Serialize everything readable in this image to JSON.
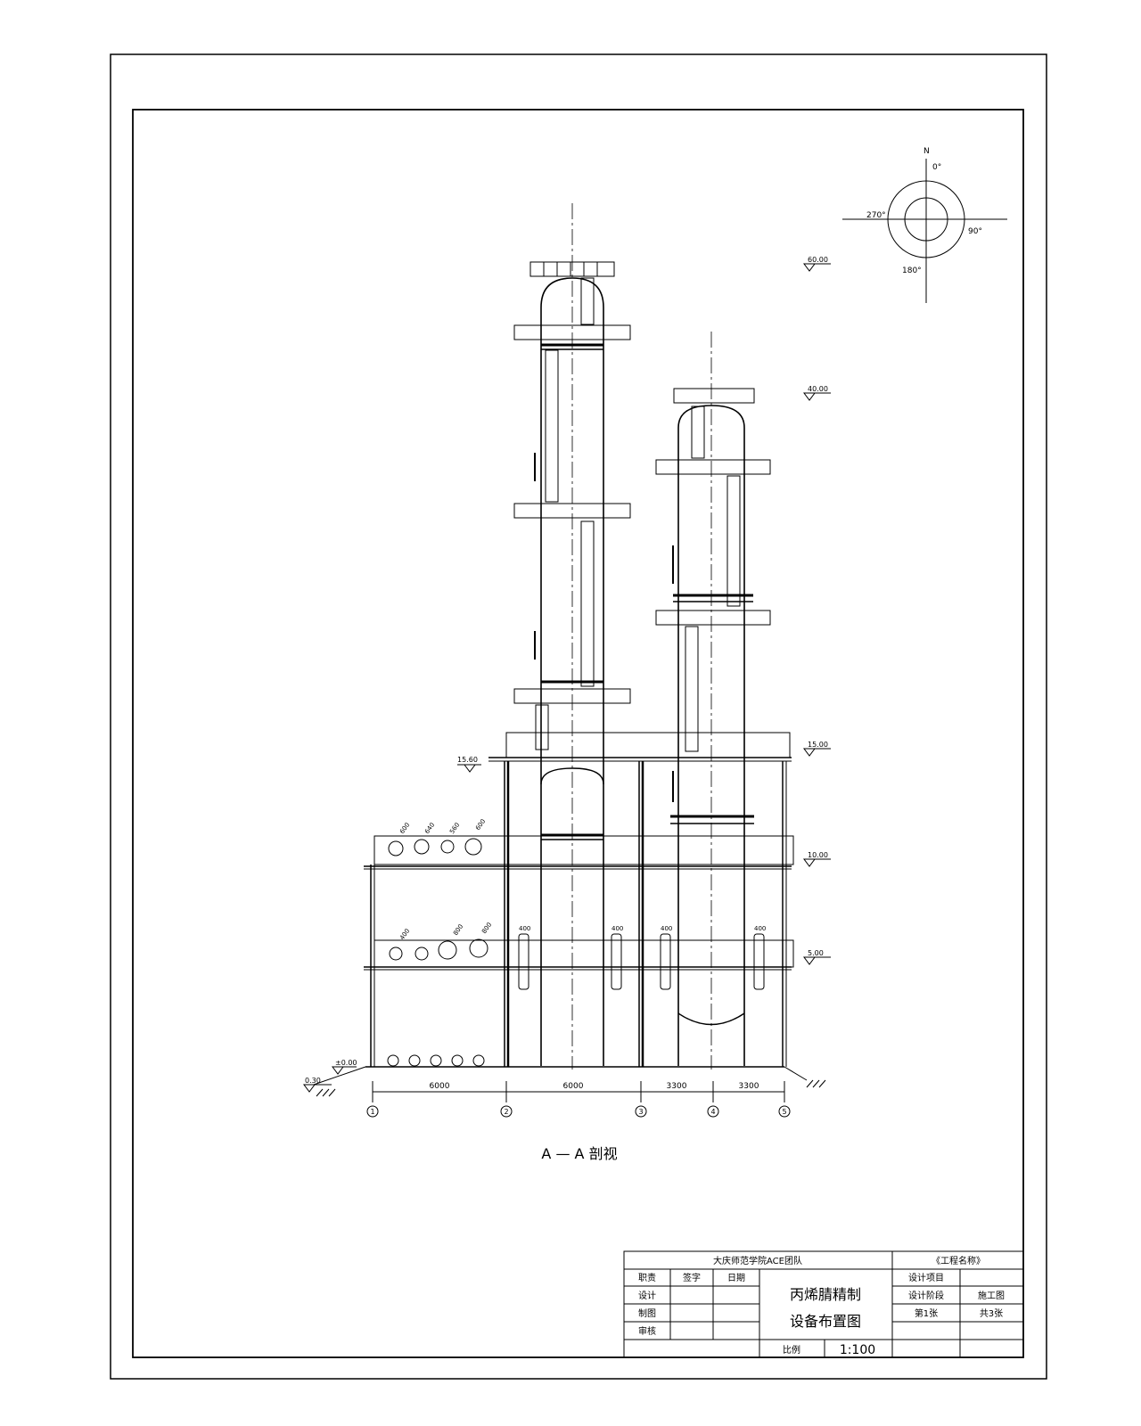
{
  "compass": {
    "north": "N",
    "deg0": "0°",
    "deg90": "90°",
    "deg180": "180°",
    "deg270": "270°"
  },
  "elevations": {
    "e60": "60.00",
    "e40": "40.00",
    "e15": "15.00",
    "e15_6": "15.60",
    "e10": "10.00",
    "e5": "5.00",
    "e0": "±0.00",
    "e_neg": "0.30"
  },
  "axes": {
    "a1": "1",
    "a2": "2",
    "a3": "3",
    "a4": "4",
    "a5": "5"
  },
  "dimensions": {
    "d12": "6000",
    "d23": "6000",
    "d34": "3300",
    "d45": "3300"
  },
  "vessels_upper": {
    "v1": "600",
    "v2": "640",
    "v3": "560",
    "v4": "600"
  },
  "vessels_lower": {
    "v1": "400",
    "v2": "800",
    "v3": "800"
  },
  "reboilers": {
    "r1": "400",
    "r2": "400",
    "r3": "400",
    "r4": "400"
  },
  "section_title": "A — A 剖视",
  "title_block": {
    "org": "大庆师范学院ACE团队",
    "h_role": "职责",
    "h_sign": "签字",
    "h_date": "日期",
    "r_design": "设计",
    "r_draw": "制图",
    "r_review": "审核",
    "title1": "丙烯腈精制",
    "title2": "设备布置图",
    "project": "《工程名称》",
    "design_item": "设计项目",
    "design_stage": "设计阶段",
    "stage_value": "施工图",
    "sheet": "第1张",
    "total": "共3张",
    "scale_label": "比例",
    "scale_value": "1:100"
  }
}
